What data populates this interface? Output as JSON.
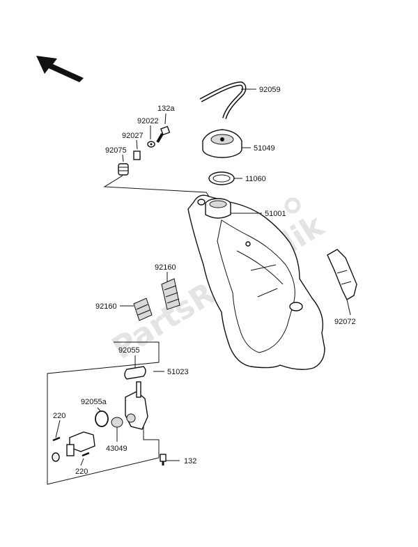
{
  "watermark": "PartsRepublik",
  "direction_arrow": "front-arrow-icon",
  "callouts": {
    "p92059": "92059",
    "p132a": "132a",
    "p92022": "92022",
    "p92027": "92027",
    "p92075": "92075",
    "p51049": "51049",
    "p11060": "11060",
    "p51001": "51001",
    "p92160_upper": "92160",
    "p92160_lower": "92160",
    "p92072": "92072",
    "p92055": "92055",
    "p51023": "51023",
    "p92055a": "92055a",
    "p220_upper": "220",
    "p43049": "43049",
    "p132": "132",
    "p220_lower": "220"
  }
}
